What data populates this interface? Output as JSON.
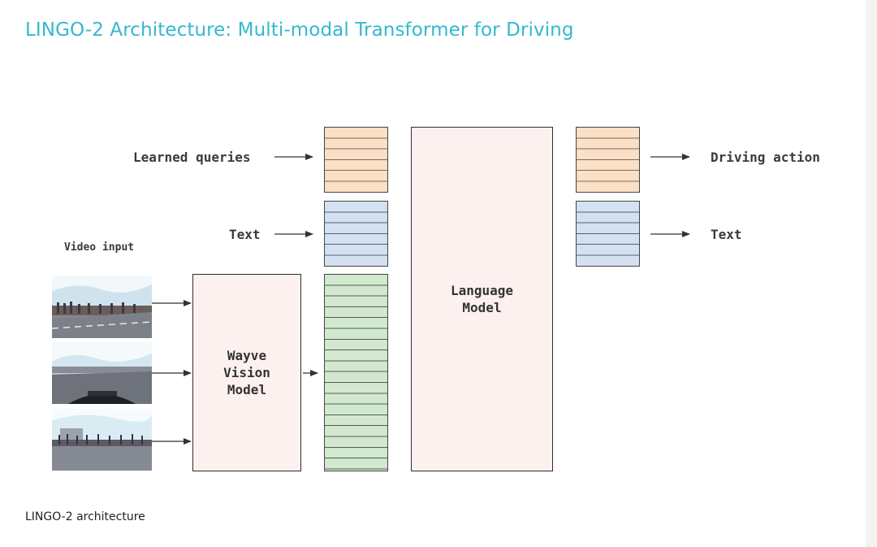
{
  "title": "LINGO-2 Architecture: Multi-modal Transformer for Driving",
  "caption": "LINGO-2 architecture",
  "labels": {
    "learned_queries": "Learned queries",
    "text_in": "Text",
    "video_input": "Video input",
    "driving_action": "Driving action",
    "text_out": "Text"
  },
  "blocks": {
    "vision_model": "Wayve\nVision\nModel",
    "language_model": "Language\nModel"
  },
  "token_stacks": {
    "learned_queries_tokens": 6,
    "text_tokens": 6,
    "vision_tokens": 18,
    "driving_action_tokens": 6,
    "text_out_tokens": 6
  },
  "colors": {
    "title": "#35b8cf",
    "query_tokens": "#fbe0c6",
    "text_tokens": "#d4e1f2",
    "vision_tokens": "#d2e9cf",
    "model_blocks": "#fcf1ef"
  },
  "icons": {
    "frames": [
      "video-frame-icon",
      "video-frame-icon",
      "video-frame-icon"
    ],
    "arrows": "arrow-right-icon"
  }
}
